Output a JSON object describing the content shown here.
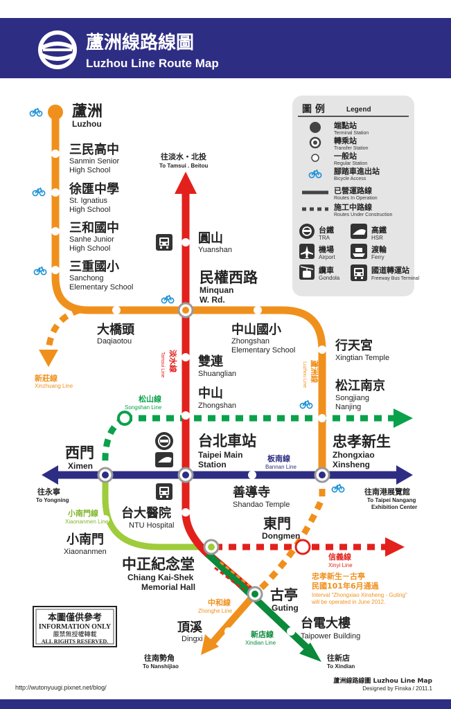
{
  "header": {
    "title_zh": "蘆洲線路線圖",
    "title_en": "Luzhou Line Route Map",
    "color": "#2e2d84"
  },
  "colors": {
    "luzhou": "#f0901c",
    "tamsui": "#e2211c",
    "bannan": "#2e2d84",
    "songshan": "#0aa14b",
    "xiaonanmen": "#9ecc3b",
    "xinyi": "#e2211c",
    "zhonghe": "#f0901c",
    "xindian": "#0a8a3a"
  },
  "legend": {
    "title_zh": "圖 例",
    "title_en": "Legend",
    "items": [
      {
        "zh": "端點站",
        "en": "Terminal Station",
        "icon": "terminal-dot"
      },
      {
        "zh": "轉乘站",
        "en": "Transfer Station",
        "icon": "transfer-ring"
      },
      {
        "zh": "一般站",
        "en": "Regular Station",
        "icon": "regular-dot"
      },
      {
        "zh": "腳踏車進出站",
        "en": "Bicycle Access",
        "icon": "bicycle-icon"
      },
      {
        "zh": "已營運路線",
        "en": "Routes In Operation",
        "icon": "solid-line"
      },
      {
        "zh": "施工中路線",
        "en": "Routes Under Construction",
        "icon": "dotted-line"
      }
    ],
    "transport": [
      {
        "zh": "台鐵",
        "en": "TRA",
        "icon": "tra-icon"
      },
      {
        "zh": "高鐵",
        "en": "HSR",
        "icon": "hsr-icon"
      },
      {
        "zh": "機場",
        "en": "Airport",
        "icon": "airport-icon"
      },
      {
        "zh": "渡輪",
        "en": "Ferry",
        "icon": "ferry-icon"
      },
      {
        "zh": "纜車",
        "en": "Gondola",
        "icon": "gondola-icon"
      },
      {
        "zh": "國道轉運站",
        "en": "Freeway Bus Terminal",
        "icon": "bus-icon"
      }
    ]
  },
  "stations": {
    "luzhou": {
      "zh": "蘆洲",
      "en": "Luzhou"
    },
    "sanmin": {
      "zh": "三民高中",
      "en1": "Sanmin Senior",
      "en2": "High School"
    },
    "ignatius": {
      "zh": "徐匯中學",
      "en1": "St. Ignatius",
      "en2": "High School"
    },
    "sanhe": {
      "zh": "三和國中",
      "en1": "Sanhe Junior",
      "en2": "High School"
    },
    "sanchong": {
      "zh": "三重國小",
      "en1": "Sanchong",
      "en2": "Elementary School"
    },
    "daqiaotou": {
      "zh": "大橋頭",
      "en": "Daqiaotou"
    },
    "minquan": {
      "zh": "民權西路",
      "en1": "Minquan",
      "en2": "W. Rd."
    },
    "zhongshan_elem": {
      "zh": "中山國小",
      "en1": "Zhongshan",
      "en2": "Elementary School"
    },
    "xingtian": {
      "zh": "行天宮",
      "en": "Xingtian Temple"
    },
    "songjiang": {
      "zh": "松江南京",
      "en1": "Songjiang",
      "en2": "Nanjing"
    },
    "zhongxiao": {
      "zh": "忠孝新生",
      "en1": "Zhongxiao",
      "en2": "Xinsheng"
    },
    "yuanshan": {
      "zh": "圓山",
      "en": "Yuanshan"
    },
    "shuanglian": {
      "zh": "雙連",
      "en": "Shuanglian"
    },
    "zhongshan": {
      "zh": "中山",
      "en": "Zhongshan"
    },
    "taipei_main": {
      "zh": "台北車站",
      "en1": "Taipei Main",
      "en2": "Station"
    },
    "ximen": {
      "zh": "西門",
      "en": "Ximen"
    },
    "shandao": {
      "zh": "善導寺",
      "en": "Shandao Temple"
    },
    "ntu": {
      "zh": "台大醫院",
      "en": "NTU Hospital"
    },
    "xiaonanmen": {
      "zh": "小南門",
      "en": "Xiaonanmen"
    },
    "dongmen": {
      "zh": "東門",
      "en": "Dongmen"
    },
    "cks": {
      "zh": "中正紀念堂",
      "en1": "Chiang Kai-Shek",
      "en2": "Memorial Hall"
    },
    "guting": {
      "zh": "古亭",
      "en": "Guting"
    },
    "dingxi": {
      "zh": "頂溪",
      "en": "Dingxi"
    },
    "taipower": {
      "zh": "台電大樓",
      "en": "Taipower Building"
    }
  },
  "lines": {
    "tamsui_vertical": {
      "zh": "淡水線",
      "en": "Tamsui Line"
    },
    "luzhou_vertical": {
      "zh": "蘆洲線",
      "en": "Luzhou Line"
    },
    "songshan": {
      "zh": "松山線",
      "en": "Songshan Line"
    },
    "bannan": {
      "zh": "板南線",
      "en": "Bannan Line"
    },
    "xiaonanmen": {
      "zh": "小南門線",
      "en": "Xiaonanmen Line"
    },
    "xinyi": {
      "zh": "信義線",
      "en": "Xinyi Line"
    },
    "zhonghe": {
      "zh": "中和線",
      "en": "Zhonghe Line"
    },
    "xindian": {
      "zh": "新店線",
      "en": "Xindian Line"
    },
    "xinzhuang": {
      "zh": "新莊線",
      "en": "Xinzhuang Line"
    }
  },
  "destinations": {
    "tamsui": {
      "zh": "往淡水・北投",
      "en": "To Tamsui . Beitou"
    },
    "yongning": {
      "zh": "往永寧",
      "en": "To Yongning"
    },
    "nangang": {
      "zh": "往南港展覽館",
      "en1": "To Taipei Nangang",
      "en2": "Exhibition Center"
    },
    "nanshijiao": {
      "zh": "往南勢角",
      "en": "To Nanshijiao"
    },
    "xindian": {
      "zh": "往新店",
      "en": "To Xindian"
    }
  },
  "notice": {
    "line1": "忠孝新生－古亭",
    "line2": "民國101年6月通過",
    "line3": "Interval \"Zhongxiao Xinsheng - Guting\"",
    "line4": "will be operated in June 2012."
  },
  "disclaimer": {
    "zh": "本圖僅供參考",
    "en": "INFORMATION ONLY",
    "zh2": "嚴禁無授權轉載",
    "en2": "ALL RIGHTS RESERVED."
  },
  "footer": {
    "url": "http://wutonyuugi.pixnet.net/blog/",
    "title": "蘆洲線路線圖 Luzhou Line Map",
    "credit": "Designed by Finska / 2011.1"
  }
}
